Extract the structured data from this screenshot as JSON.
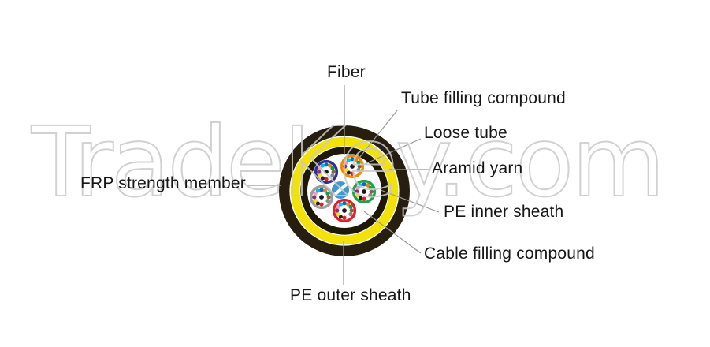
{
  "watermark": {
    "text": "TradeKey.com",
    "outline_color": "#c9c9c9"
  },
  "labels": {
    "fiber": "Fiber",
    "tube_filling_compound": "Tube filling compound",
    "loose_tube": "Loose tube",
    "aramid_yarn": "Aramid yarn",
    "pe_inner_sheath": "PE inner sheath",
    "cable_filling_compound": "Cable filling compound",
    "pe_outer_sheath": "PE outer sheath",
    "frp_strength_member": "FRP strength member"
  },
  "cable": {
    "layers": {
      "pe_outer_sheath_color": "#281e10",
      "separator_color": "#ffffff",
      "aramid_yarn_color": "#f2e20a",
      "pe_inner_sheath_color": "#1f1708",
      "interior_color": "#ffffff",
      "frp_color": "#3d9ad1"
    },
    "loose_tubes": [
      {
        "name": "blue-tube",
        "ring_color": "#2e3192"
      },
      {
        "name": "orange-tube",
        "ring_color": "#ef8c05"
      },
      {
        "name": "green-tube",
        "ring_color": "#23a24b"
      },
      {
        "name": "red-tube",
        "ring_color": "#df2127"
      },
      {
        "name": "gray-tube",
        "ring_color": "#9d9d9d"
      }
    ],
    "fibers_per_tube": 12,
    "fiber_colors": [
      "#0072bc",
      "#f58220",
      "#00a651",
      "#8c6239",
      "#8a8a8a",
      "#ffffff",
      "#ed1c24",
      "#231f20",
      "#ffde17",
      "#92278f",
      "#f49ac1",
      "#00bff3"
    ],
    "fiber_center_dot_color": "#1a1a1a",
    "leader_line_color": "#999999"
  }
}
